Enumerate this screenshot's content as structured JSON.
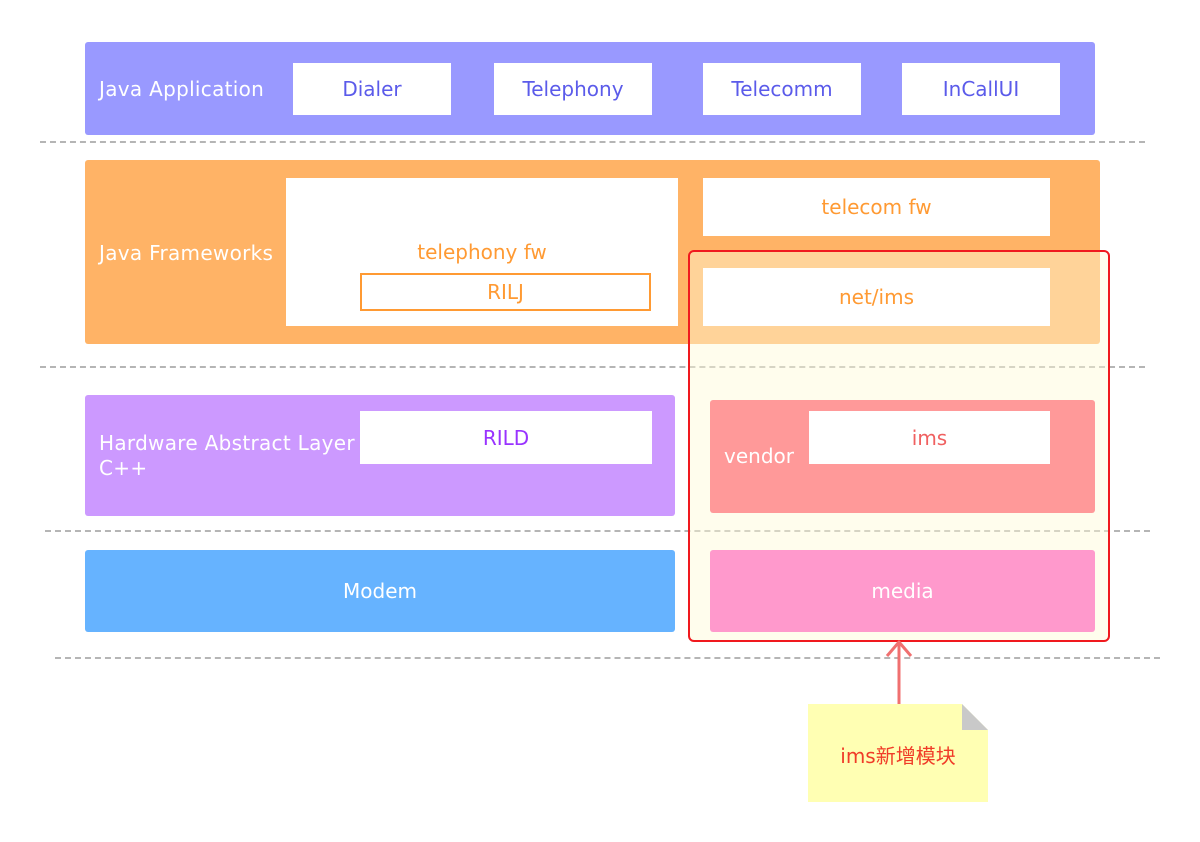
{
  "colors": {
    "app_layer": "#9999ff",
    "app_text": "#5b5bea",
    "fw_layer": "#ffb366",
    "fw_text": "#ff9a33",
    "hal_layer": "#cc99ff",
    "hal_text": "#9933ff",
    "modem_layer": "#66b3ff",
    "vendor_layer": "#ff9999",
    "ims_text": "#f06060",
    "media_layer": "#ff99cc",
    "highlight_border": "#f0191e",
    "highlight_fill": "#fffde8",
    "note_fill": "#ffffb3",
    "arrow": "#f07070",
    "note_text": "#f03c28"
  },
  "java_application": {
    "label": "Java Application",
    "items": [
      "Dialer",
      "Telephony",
      "Telecomm",
      "InCallUI"
    ]
  },
  "java_frameworks": {
    "label": "Java Frameworks",
    "telephony_fw": "telephony fw",
    "rilj": "RILJ",
    "telecom_fw": "telecom fw",
    "net_ims": "net/ims"
  },
  "hal": {
    "label_line1": "Hardware Abstract Layer",
    "label_line2": "C++",
    "rild": "RILD",
    "vendor": "vendor",
    "ims": "ims"
  },
  "modem": {
    "label": "Modem",
    "media": "media"
  },
  "note": {
    "text": "ims新增模块"
  }
}
